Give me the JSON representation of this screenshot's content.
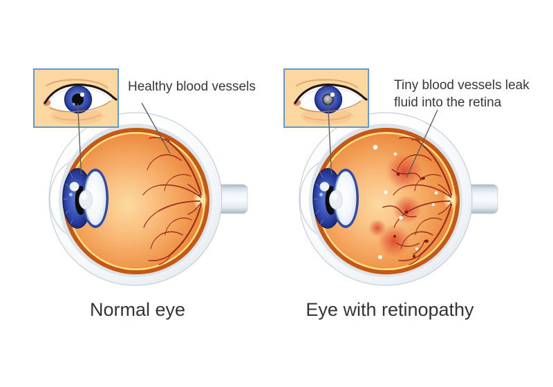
{
  "figure": {
    "panels": [
      {
        "id": "normal",
        "caption": "Normal eye",
        "label": "Healthy blood vessels"
      },
      {
        "id": "retinopathy",
        "caption": "Eye with retinopathy",
        "label_lines": [
          "Tiny blood vessels leak",
          "fluid into the retina"
        ]
      }
    ]
  },
  "palette": {
    "background": "#FFFFFF",
    "text": "#373737",
    "leader_line": "#5E5E5E",
    "inset_skin": "#FBD8A1",
    "inset_border": "#5B9BD5",
    "sclera_edge": "#C5CFD9",
    "inner_rim": "#DCE4EC",
    "choroid_orange": "#C75715",
    "retina_line_yellow": "#FFE488",
    "retina_orange": "#F2A159",
    "vessel_red": "#9B2B1B",
    "leak_red": "#DC3F22",
    "hemorrhage_dark": "#801F10",
    "exudate_white": "#FFFFFF",
    "iris_navy": "#16226B",
    "lens_ring_blue": "#2F4AAC",
    "pupil_black": "#0C0C0C",
    "cloudy_pupil_gray": "#9A99A0",
    "optic_nerve_gray": "#C2CCD6"
  }
}
